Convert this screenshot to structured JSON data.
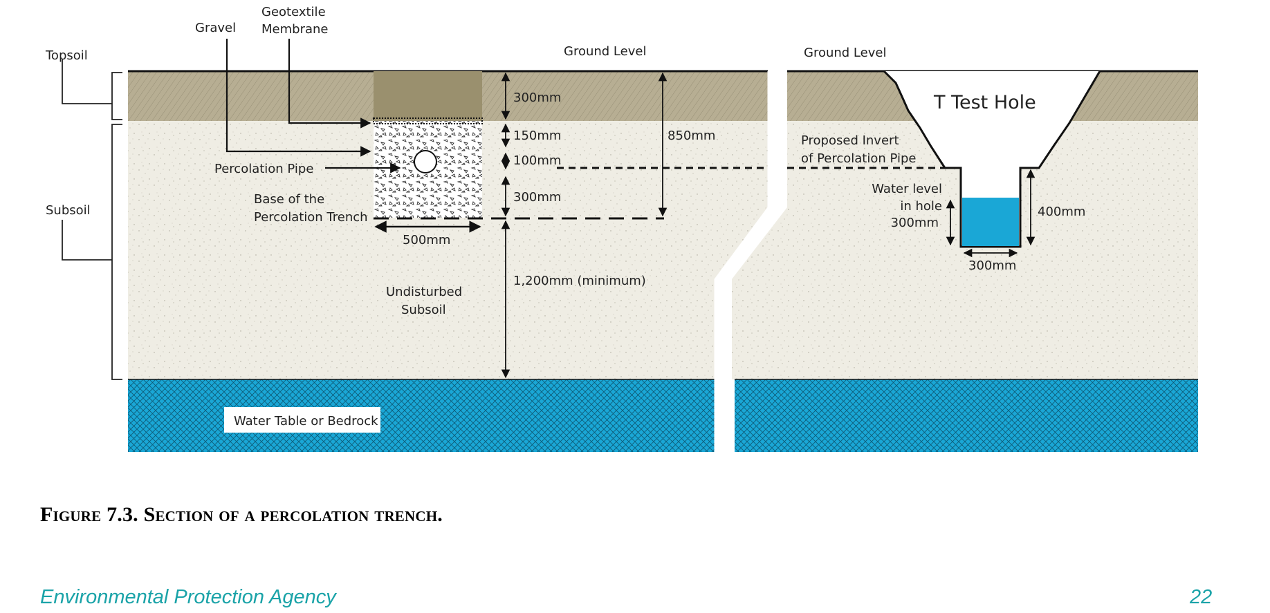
{
  "labels": {
    "topsoil": "Topsoil",
    "subsoil": "Subsoil",
    "gravel": "Gravel",
    "geotextile_line1": "Geotextile",
    "geotextile_line2": "Membrane",
    "ground_level_left": "Ground Level",
    "ground_level_right": "Ground Level",
    "percolation_pipe": "Percolation Pipe",
    "base_line1": "Base of the",
    "base_line2": "Percolation Trench",
    "undisturbed_line1": "Undisturbed",
    "undisturbed_line2": "Subsoil",
    "water_table": "Water Table or Bedrock",
    "t_test_hole": "T Test Hole",
    "invert_line1": "Proposed Invert",
    "invert_line2": "of Percolation Pipe",
    "water_level_line1": "Water level",
    "water_level_line2": "in hole",
    "water_level_line3": "300mm"
  },
  "dimensions": {
    "topsoil_depth": "300mm",
    "membrane_to_pipe": "150mm",
    "pipe": "100mm",
    "below_pipe": "300mm",
    "total_depth": "850mm",
    "trench_width": "500mm",
    "minimum_clearance": "1,200mm (minimum)",
    "hole_depth": "400mm",
    "hole_width": "300mm"
  },
  "caption": {
    "prefix": "Figure 7.3.",
    "text": "Section of a percolation trench."
  },
  "footer": {
    "organization": "Environmental Protection Agency",
    "page_number": "22"
  },
  "colors": {
    "topsoil": "#b7ae93",
    "subsoil": "#efede4",
    "water": "#1aa7d6",
    "footer_text": "#1aa3a8"
  }
}
